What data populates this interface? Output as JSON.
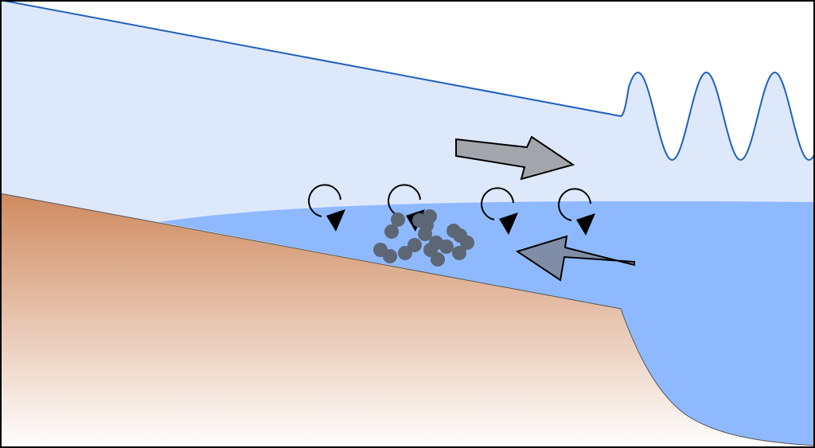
{
  "diagram": {
    "colors": {
      "background": "#ffffff",
      "border": "#000000",
      "upper_water": "#dde9fb",
      "surface_line": "#1f5fbf",
      "dense_water": "#8fb9ff",
      "sediment_top": "#cf8a5f",
      "sediment_bottom": "#ffffff",
      "seabed_line": "#555555",
      "arrow_out_fill": "#a2a6ab",
      "arrow_in_fill": "#7f8ea6",
      "arrow_stroke": "#000000",
      "particles": "#5d6675",
      "eddy": "#000000"
    },
    "elements": [
      {
        "name": "upper-water-layer",
        "kind": "region"
      },
      {
        "name": "surface-waves",
        "kind": "line"
      },
      {
        "name": "dense-water-layer",
        "kind": "region"
      },
      {
        "name": "seabed-slope",
        "kind": "region"
      },
      {
        "name": "outflow-arrow",
        "kind": "arrow",
        "direction": "right"
      },
      {
        "name": "inflow-arrow",
        "kind": "arrow",
        "direction": "left"
      },
      {
        "name": "eddy",
        "kind": "icon",
        "count": 4
      },
      {
        "name": "suspended-particles",
        "kind": "cluster"
      }
    ]
  }
}
